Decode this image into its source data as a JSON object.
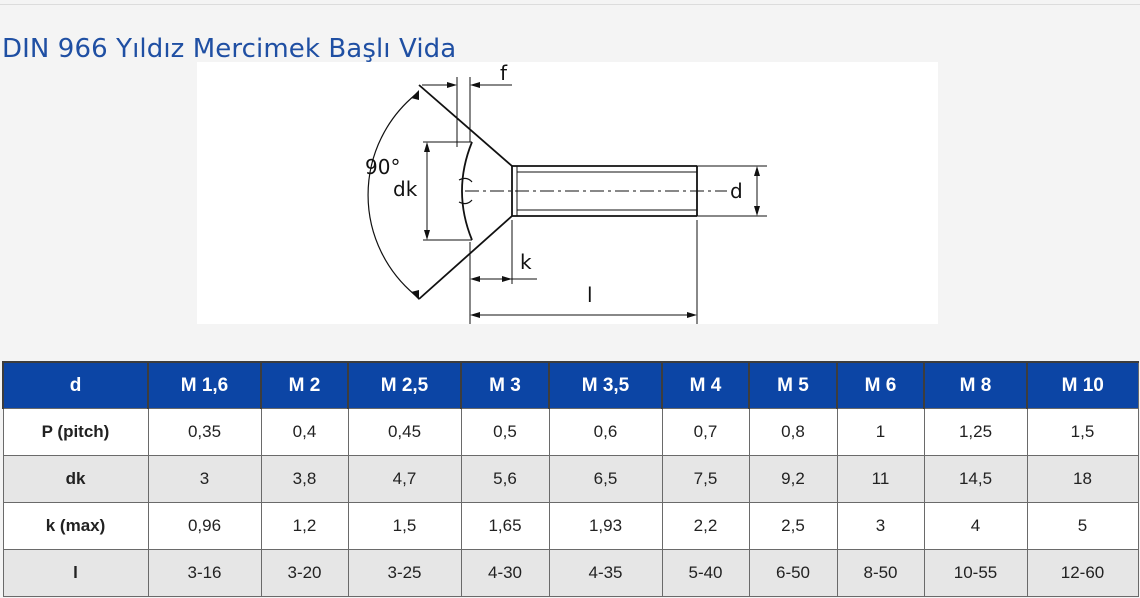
{
  "page": {
    "title": "DIN 966 Yıldız Mercimek Başlı Vida"
  },
  "drawing": {
    "labels": {
      "f": "f",
      "angle": "90°",
      "dk": "dk",
      "d": "d",
      "k": "k",
      "l": "l"
    }
  },
  "table": {
    "header": [
      "d",
      "M 1,6",
      "M 2",
      "M 2,5",
      "M 3",
      "M 3,5",
      "M 4",
      "M 5",
      "M 6",
      "M 8",
      "M 10"
    ],
    "rows": [
      [
        "P (pitch)",
        "0,35",
        "0,4",
        "0,45",
        "0,5",
        "0,6",
        "0,7",
        "0,8",
        "1",
        "1,25",
        "1,5"
      ],
      [
        "dk",
        "3",
        "3,8",
        "4,7",
        "5,6",
        "6,5",
        "7,5",
        "9,2",
        "11",
        "14,5",
        "18"
      ],
      [
        "k (max)",
        "0,96",
        "1,2",
        "1,5",
        "1,65",
        "1,93",
        "2,2",
        "2,5",
        "3",
        "4",
        "5"
      ],
      [
        "l",
        "3-16",
        "3-20",
        "3-25",
        "4-30",
        "4-35",
        "5-40",
        "6-50",
        "8-50",
        "10-55",
        "12-60"
      ]
    ]
  },
  "colors": {
    "title": "#1f4fa3",
    "header_bg": "#0c45a5",
    "header_text": "#ffffff",
    "row_alt_bg": "#e6e6e6"
  }
}
